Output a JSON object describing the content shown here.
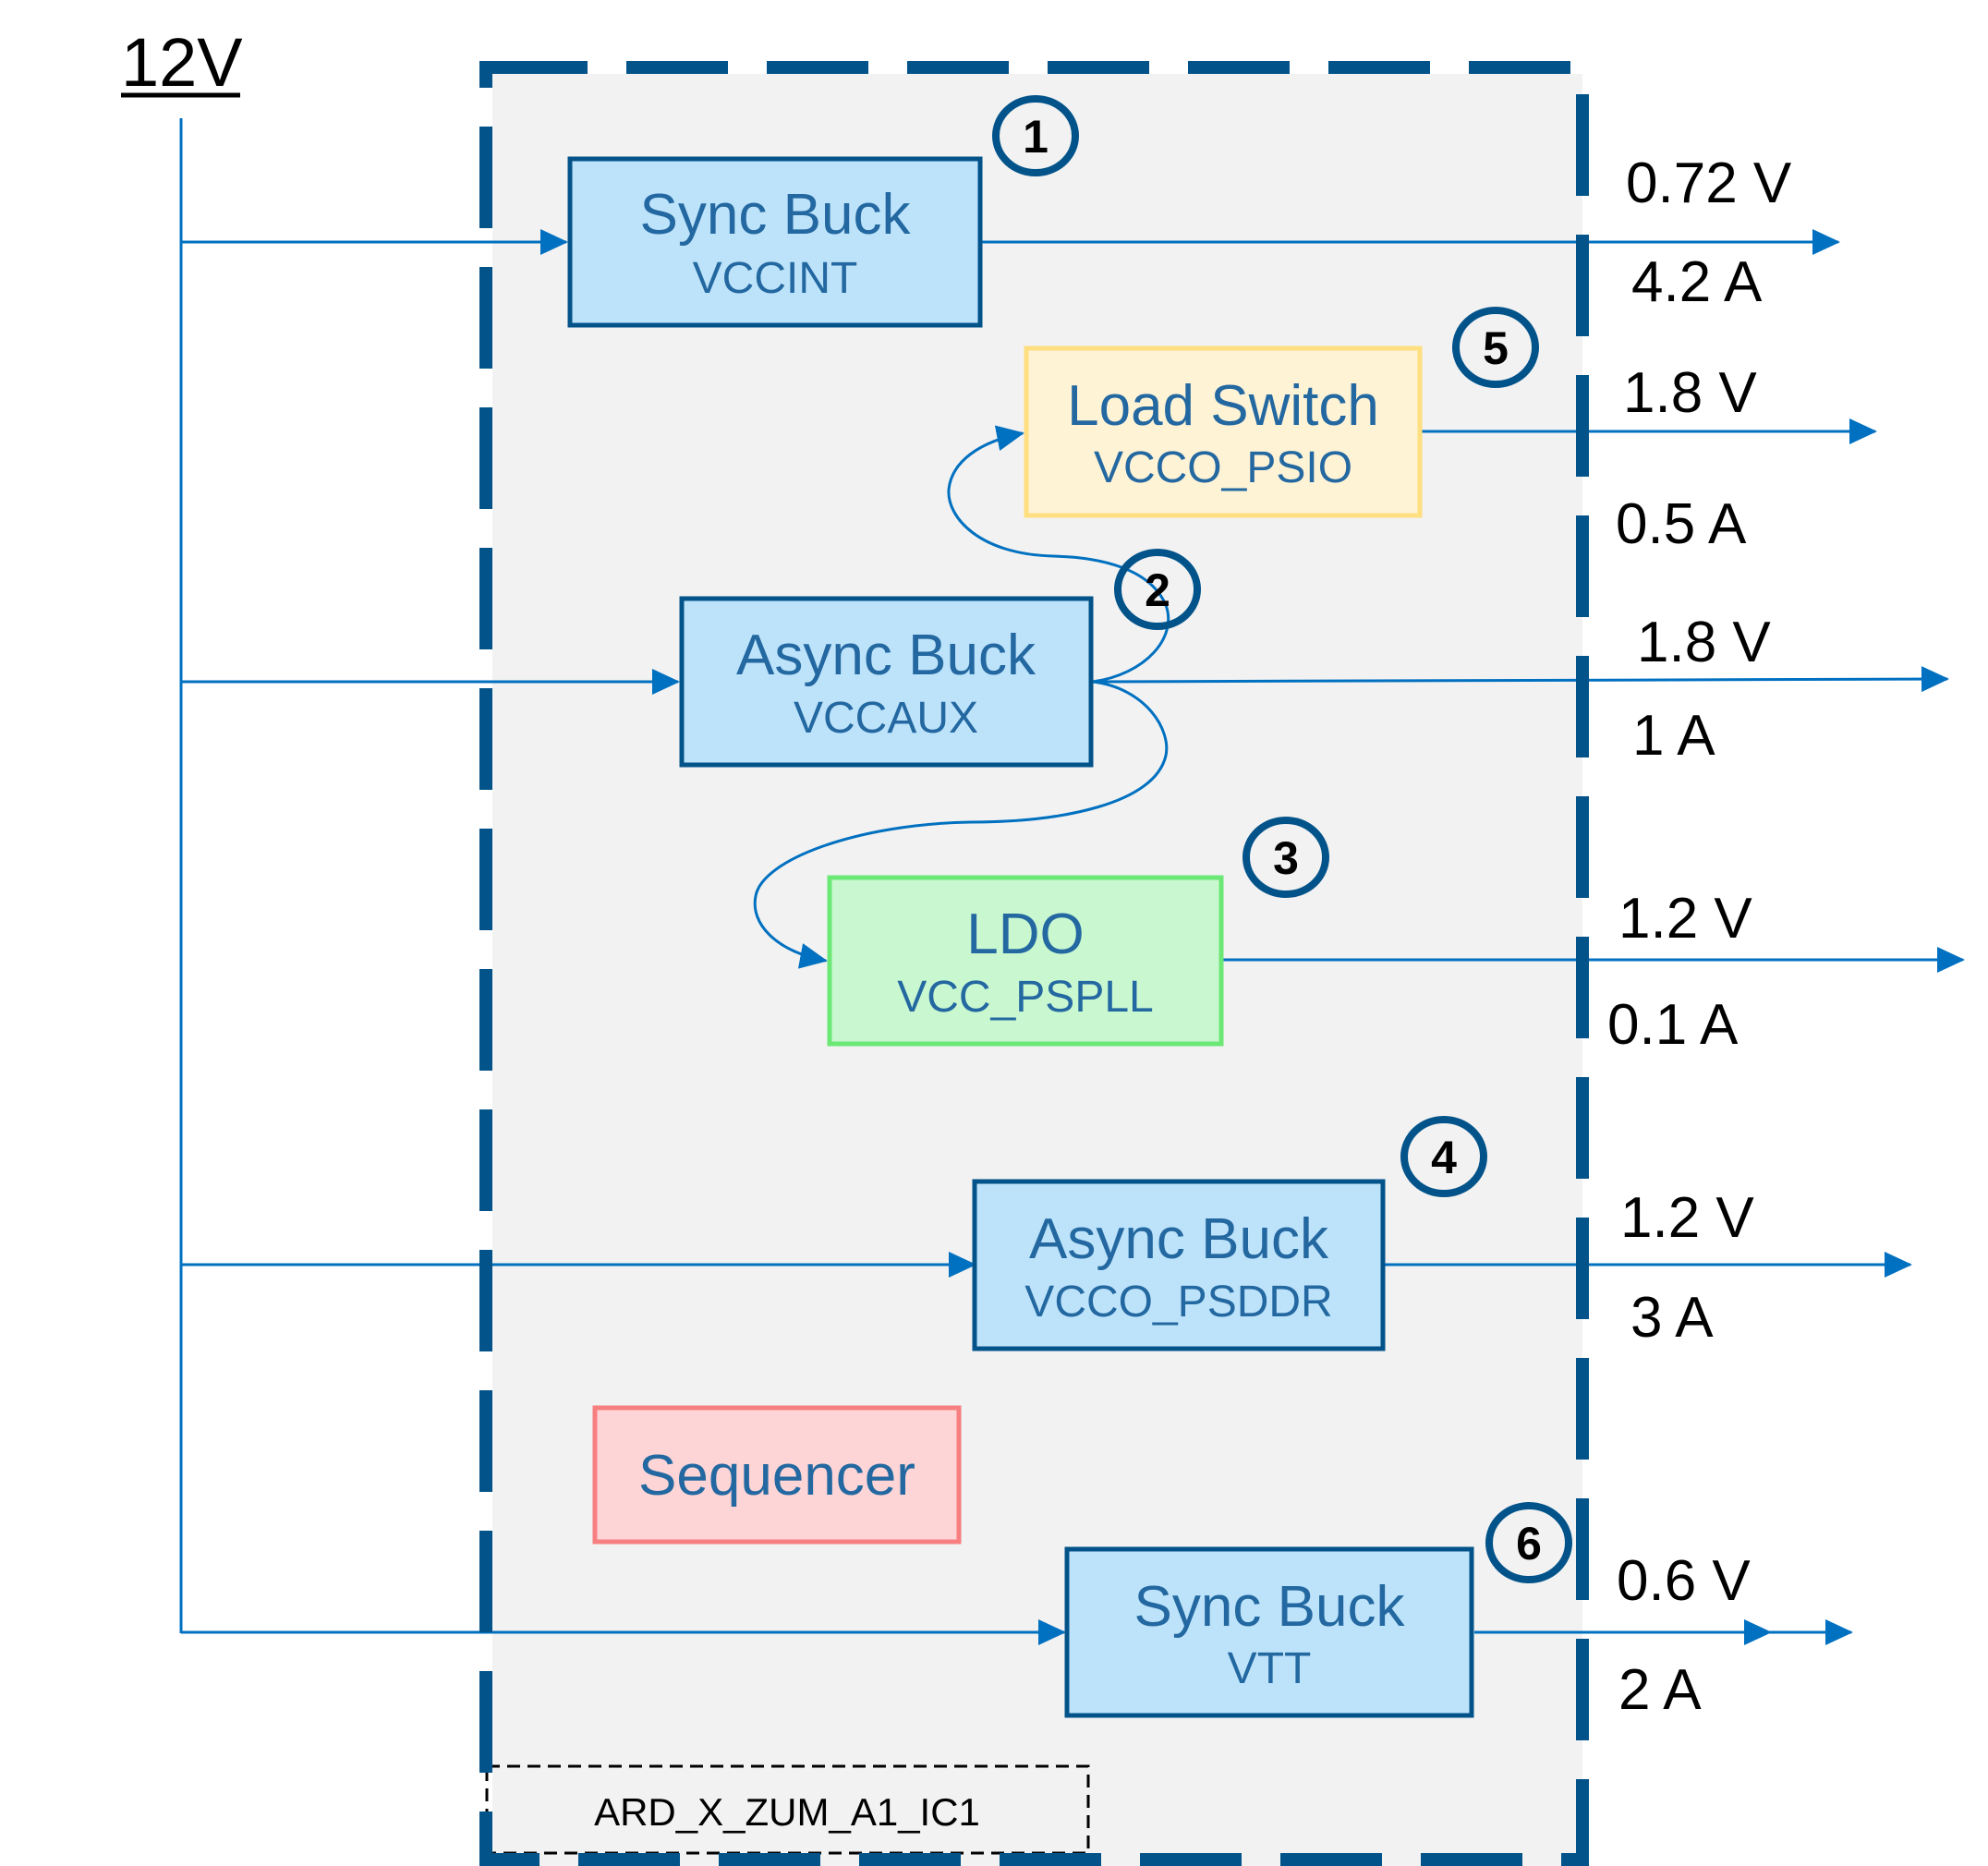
{
  "input_rail": {
    "label": "12V"
  },
  "colors": {
    "frame": "#02538a",
    "wire": "#0070c0",
    "buck_fill": "#bde3fb",
    "buck_stroke": "#02538a",
    "switch_fill": "#fff3d6",
    "switch_stroke": "#ffdf80",
    "ldo_fill": "#c9f7d0",
    "ldo_stroke": "#6ce876",
    "sequencer_fill": "#fdd5d6",
    "sequencer_stroke": "#f77f80",
    "text_blue": "#2368a0"
  },
  "blocks": [
    {
      "id": "b1",
      "title": "Sync Buck",
      "subtitle": "VCCINT",
      "badge": "1",
      "output_voltage": "0.72 V",
      "output_current": "4.2 A"
    },
    {
      "id": "b5",
      "title": "Load Switch",
      "subtitle": "VCCO_PSIO",
      "badge": "5",
      "output_voltage": "1.8 V",
      "output_current": "0.5 A"
    },
    {
      "id": "b2",
      "title": "Async Buck",
      "subtitle": "VCCAUX",
      "badge": "2",
      "output_voltage": "1.8 V",
      "output_current": "1 A"
    },
    {
      "id": "b3",
      "title": "LDO",
      "subtitle": "VCC_PSPLL",
      "badge": "3",
      "output_voltage": "1.2 V",
      "output_current": "0.1 A"
    },
    {
      "id": "b4",
      "title": "Async Buck",
      "subtitle": "VCCO_PSDDR",
      "badge": "4",
      "output_voltage": "1.2 V",
      "output_current": "3 A"
    },
    {
      "id": "b6",
      "title": "Sync Buck",
      "subtitle": "VTT",
      "badge": "6",
      "output_voltage": "0.6 V",
      "output_current": "2 A"
    }
  ],
  "sequencer": {
    "label": "Sequencer"
  },
  "ic_label": "ARD_X_ZUM_A1_IC1"
}
